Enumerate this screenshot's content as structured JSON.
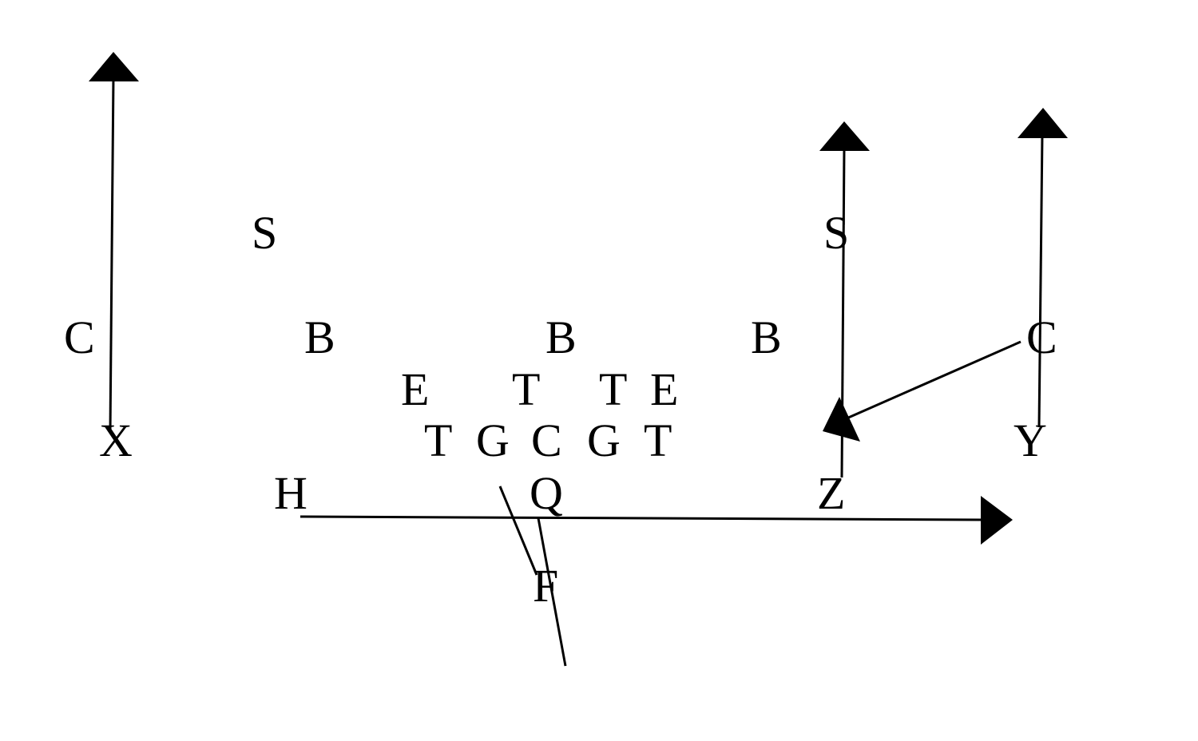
{
  "diagram": {
    "defense": {
      "safety_left": "S",
      "safety_right": "S",
      "corner_left": "C",
      "corner_right": "C",
      "backer_left": "B",
      "backer_middle": "B",
      "backer_right": "B",
      "end_left": "E",
      "tackle_left": "T",
      "tackle_right": "T",
      "end_right": "E"
    },
    "offense": {
      "receiver_x": "X",
      "tackle_left": "T",
      "guard_left": "G",
      "center": "C",
      "guard_right": "G",
      "tackle_right": "T",
      "receiver_y": "Y",
      "back_h": "H",
      "quarterback": "Q",
      "receiver_z": "Z",
      "fullback": "F"
    },
    "colors": {
      "ink": "#000000",
      "background": "#ffffff"
    }
  }
}
